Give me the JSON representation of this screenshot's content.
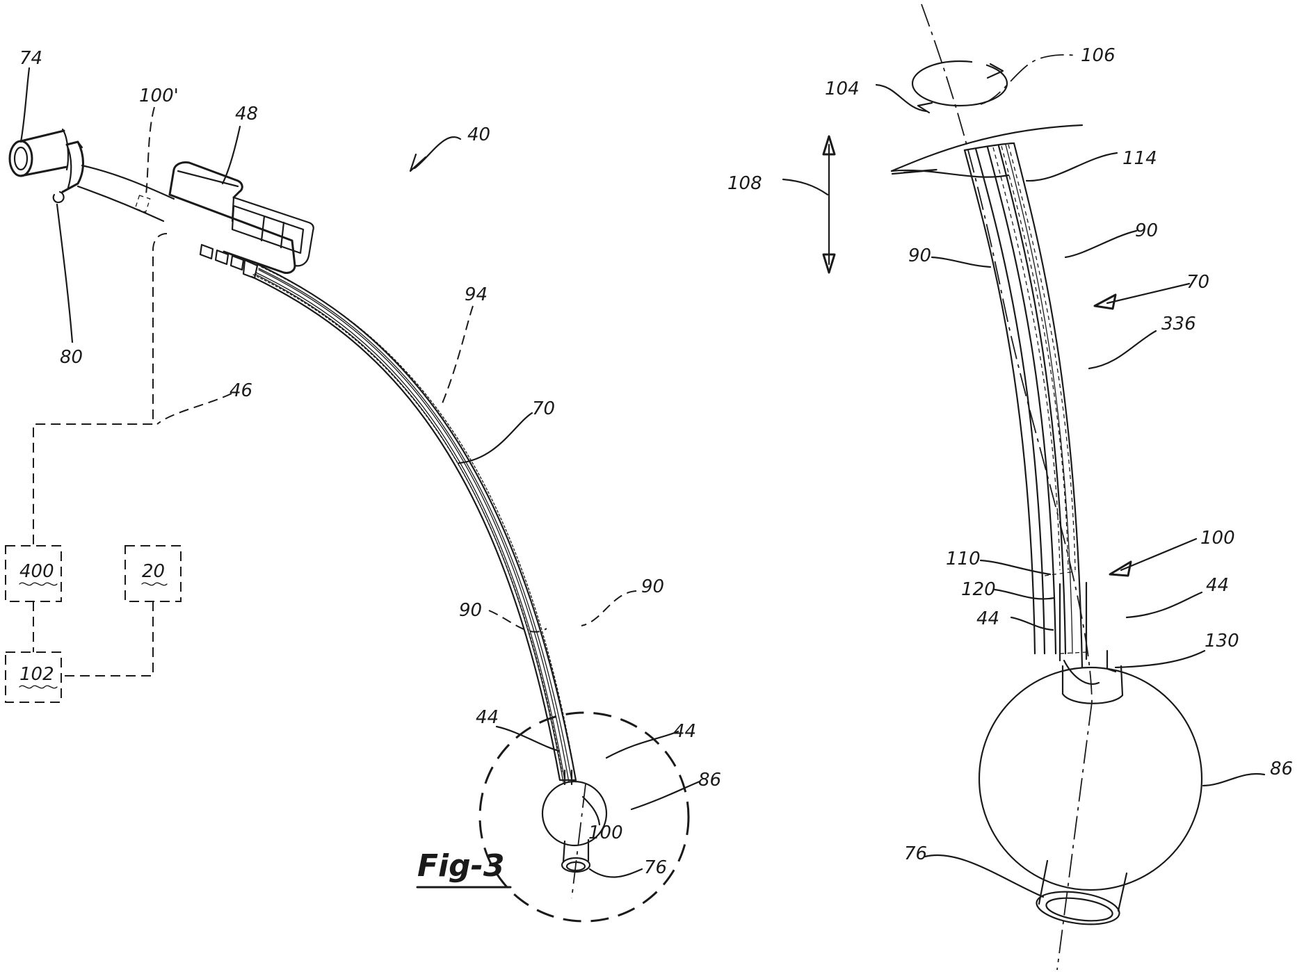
{
  "figure": {
    "caption": "Fig-3"
  },
  "labels": {
    "l74": "74",
    "l100p": "100'",
    "l48": "48",
    "l40": "40",
    "l80": "80",
    "l46": "46",
    "l94": "94",
    "l70a": "70",
    "l400": "400",
    "l20": "20",
    "l90a": "90",
    "l90b": "90",
    "l102": "102",
    "l44a": "44",
    "l44b": "44",
    "l86a": "86",
    "l100a": "100",
    "l76a": "76",
    "l106": "106",
    "l104": "104",
    "l108": "108",
    "l114": "114",
    "l90c": "90",
    "l90d": "90",
    "l70b": "70",
    "l336": "336",
    "l100b": "100",
    "l110": "110",
    "l120": "120",
    "l44c": "44",
    "l44d": "44",
    "l130": "130",
    "l86b": "86",
    "l76b": "76"
  }
}
